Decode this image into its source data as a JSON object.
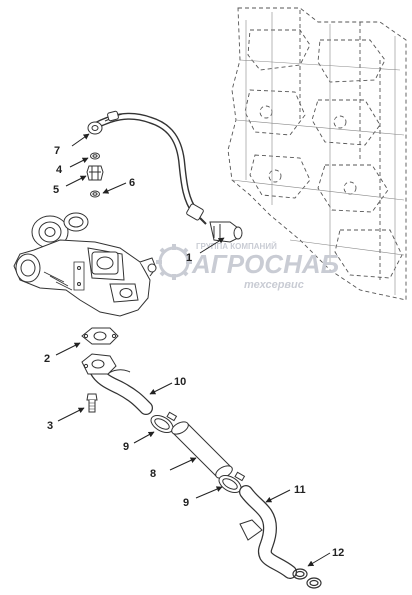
{
  "watermark": {
    "top": "ГРУППА КОМПАНИЙ",
    "main": "АГРОСНАБ",
    "sub": "техсервис"
  },
  "callouts": [
    {
      "id": "7",
      "label": "7"
    },
    {
      "id": "4",
      "label": "4"
    },
    {
      "id": "5",
      "label": "5"
    },
    {
      "id": "6",
      "label": "6"
    },
    {
      "id": "1",
      "label": "1"
    },
    {
      "id": "2",
      "label": "2"
    },
    {
      "id": "10",
      "label": "10"
    },
    {
      "id": "3",
      "label": "3"
    },
    {
      "id": "9a",
      "label": "9"
    },
    {
      "id": "8",
      "label": "8"
    },
    {
      "id": "9b",
      "label": "9"
    },
    {
      "id": "11",
      "label": "11"
    },
    {
      "id": "12",
      "label": "12"
    }
  ]
}
